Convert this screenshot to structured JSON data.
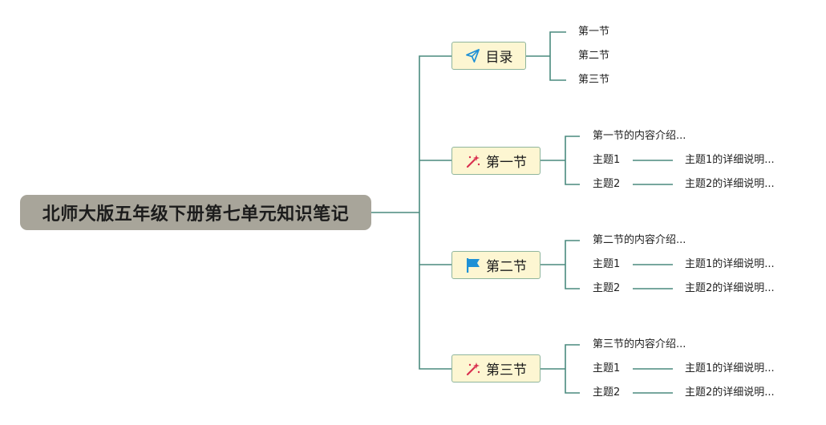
{
  "root": {
    "title": "北师大版五年级下册第七单元知识笔记"
  },
  "branches": [
    {
      "label": "目录",
      "icon": "paper-plane-icon",
      "children": [
        "第一节",
        "第二节",
        "第三节"
      ]
    },
    {
      "label": "第一节",
      "icon": "magic-wand-icon",
      "intro": "第一节的内容介绍...",
      "topics": [
        {
          "label": "主题1",
          "detail": "主题1的详细说明..."
        },
        {
          "label": "主题2",
          "detail": "主题2的详细说明..."
        }
      ]
    },
    {
      "label": "第二节",
      "icon": "flag-icon",
      "intro": "第二节的内容介绍...",
      "topics": [
        {
          "label": "主题1",
          "detail": "主题1的详细说明..."
        },
        {
          "label": "主题2",
          "detail": "主题2的详细说明..."
        }
      ]
    },
    {
      "label": "第三节",
      "icon": "magic-wand-icon",
      "intro": "第三节的内容介绍...",
      "topics": [
        {
          "label": "主题1",
          "detail": "主题1的详细说明..."
        },
        {
          "label": "主题2",
          "detail": "主题2的详细说明..."
        }
      ]
    }
  ],
  "colors": {
    "connector": "#4a8a7e",
    "root_bg": "#a8a59a",
    "branch_bg": "#fdf6d2",
    "branch_border": "#8fb59c",
    "icon_blue": "#1e90d6",
    "icon_red": "#d9304f"
  }
}
